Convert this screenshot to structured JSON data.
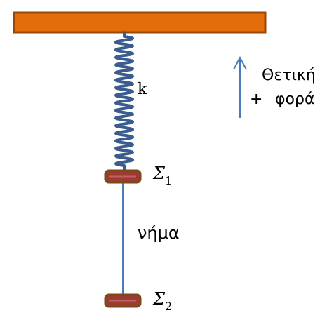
{
  "diagram": {
    "spring_label": "k",
    "body1": {
      "symbol": "Σ",
      "subscript": "1"
    },
    "body2": {
      "symbol": "Σ",
      "subscript": "2"
    },
    "string_label": "νήμα",
    "direction": {
      "line1": "Θετική",
      "plus": "+",
      "line2": "φορά"
    },
    "colors": {
      "ceiling_fill": "#e46c0a",
      "ceiling_stroke": "#984807",
      "spring": "#3b5c8e",
      "body_fill": "#9b3b32",
      "body_stroke": "#7a4a18",
      "string": "#4a7ab8",
      "arrow": "#4a7ab8"
    }
  }
}
